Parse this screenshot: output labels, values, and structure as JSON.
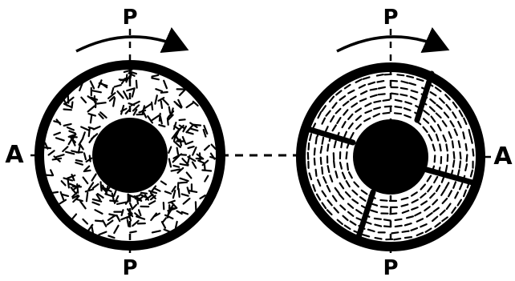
{
  "diagram": {
    "labels": {
      "p_top_left": "P",
      "p_bottom_left": "P",
      "a_left": "A",
      "p_top_right": "P",
      "p_bottom_right": "P",
      "a_right": "A"
    }
  }
}
